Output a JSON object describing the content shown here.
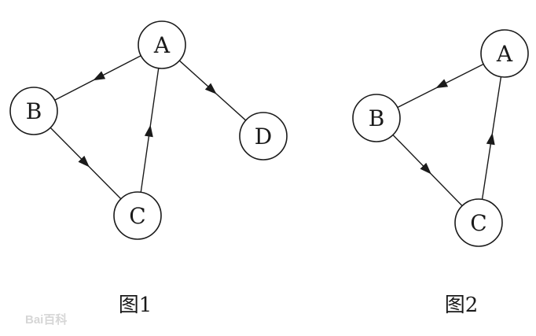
{
  "figures": [
    {
      "caption": "图1",
      "nodes": [
        {
          "id": "A",
          "label": "A"
        },
        {
          "id": "B",
          "label": "B"
        },
        {
          "id": "C",
          "label": "C"
        },
        {
          "id": "D",
          "label": "D"
        }
      ],
      "edges": [
        {
          "from": "A",
          "to": "B"
        },
        {
          "from": "B",
          "to": "C"
        },
        {
          "from": "C",
          "to": "A"
        },
        {
          "from": "A",
          "to": "D"
        }
      ]
    },
    {
      "caption": "图2",
      "nodes": [
        {
          "id": "A",
          "label": "A"
        },
        {
          "id": "B",
          "label": "B"
        },
        {
          "id": "C",
          "label": "C"
        }
      ],
      "edges": [
        {
          "from": "A",
          "to": "B"
        },
        {
          "from": "B",
          "to": "C"
        },
        {
          "from": "C",
          "to": "A"
        }
      ]
    }
  ],
  "watermark": "Bai百科"
}
